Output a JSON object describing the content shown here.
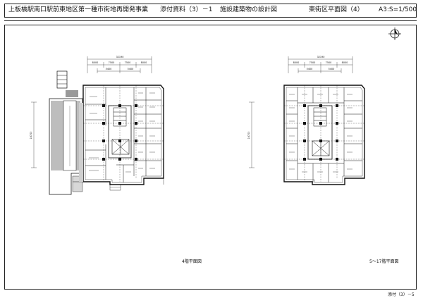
{
  "header": {
    "project": "上板橋駅南口駅前東地区第一種市街地再開発事業",
    "attachment": "添付資料（3）－1",
    "drawing_title": "施設建築物の設計図",
    "sheet_title": "東街区平面図（4）",
    "scale": "A3:S=1/500"
  },
  "plans": {
    "left": {
      "caption": "4階平面図",
      "overall_dim": "32190",
      "span_dims": [
        "8000",
        "7500",
        "7500",
        "8000"
      ],
      "sub_dims": [
        "5400",
        "5400"
      ],
      "side_dim": "16700"
    },
    "right": {
      "caption": "5～17階平面図",
      "overall_dim": "32190",
      "span_dims": [
        "8000",
        "7500",
        "7500",
        "8000"
      ],
      "sub_dims": [
        "5400",
        "5400"
      ],
      "side_dim": "16700"
    }
  },
  "page_number": "添付（3）－5",
  "north_symbol": "north-arrow-icon"
}
